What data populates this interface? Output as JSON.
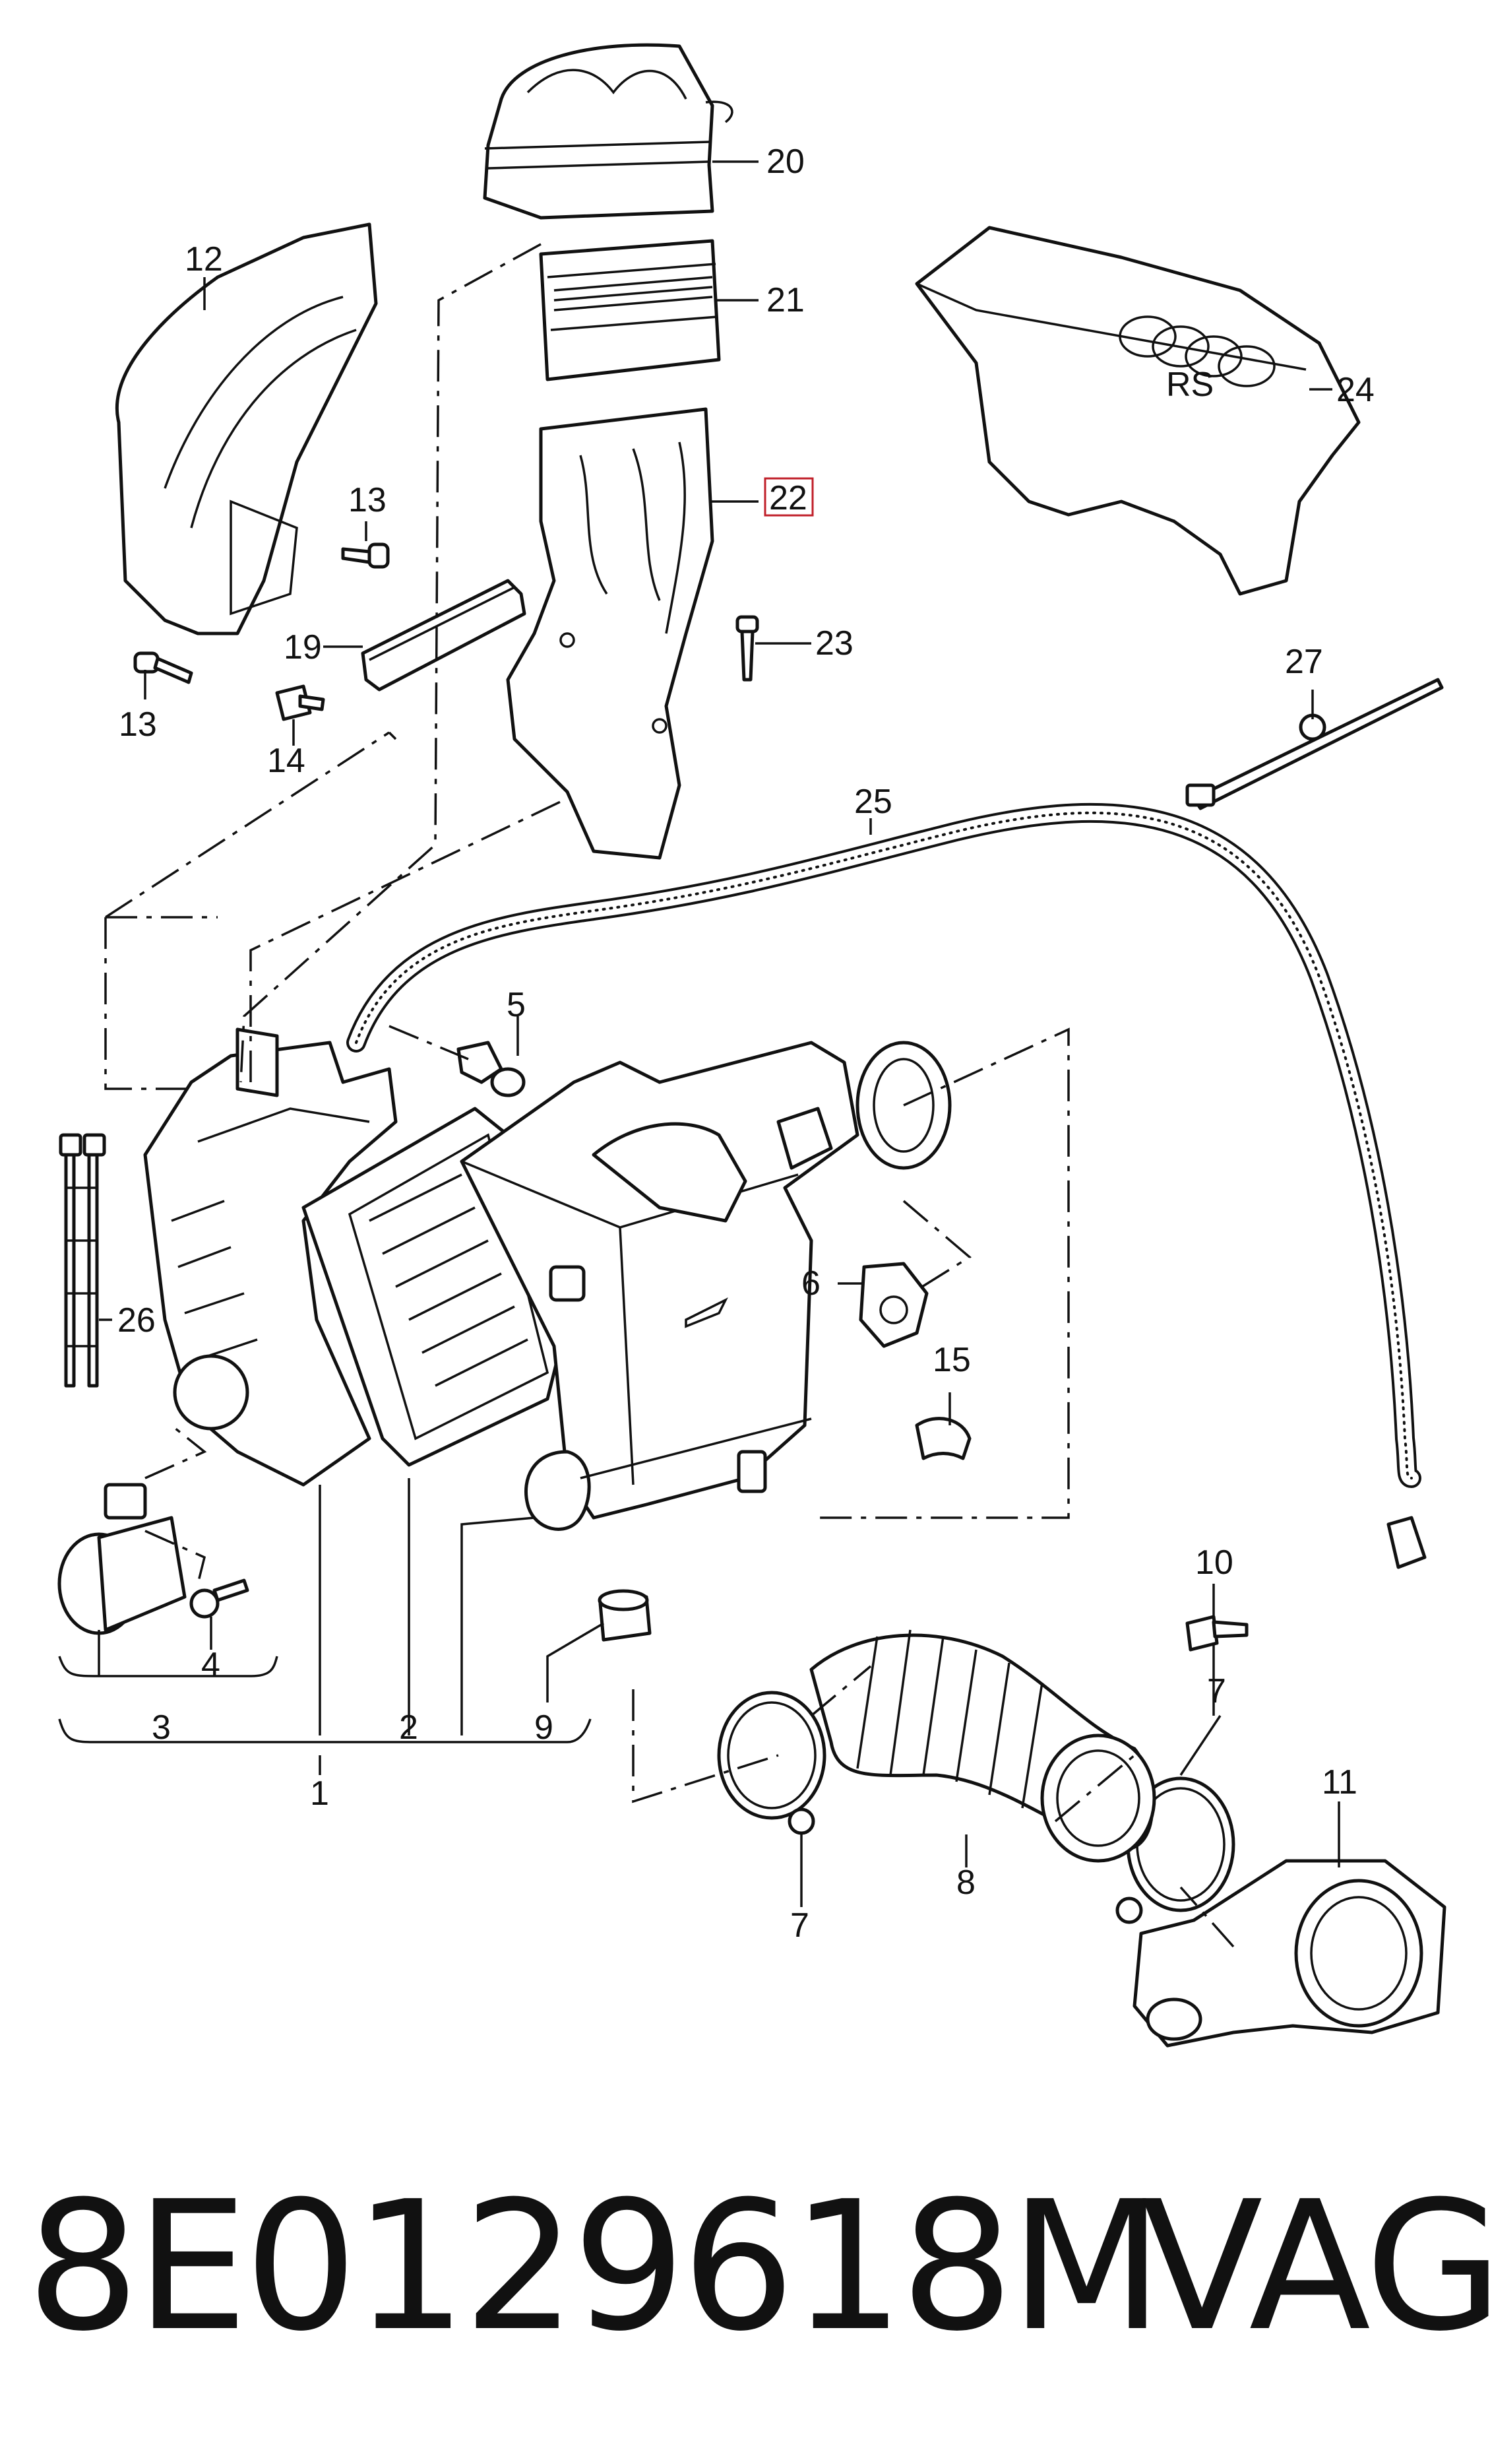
{
  "callouts": {
    "c1": "1",
    "c2": "2",
    "c3": "3",
    "c4": "4",
    "c5": "5",
    "c6": "6",
    "c7a": "7",
    "c7b": "7",
    "c8": "8",
    "c9": "9",
    "c10": "10",
    "c11": "11",
    "c12": "12",
    "c13a": "13",
    "c13b": "13",
    "c14": "14",
    "c15": "15",
    "c19": "19",
    "c20": "20",
    "c21": "21",
    "c22": "22",
    "c23": "23",
    "c24": "24",
    "c25": "25",
    "c26": "26",
    "c27": "27"
  },
  "highlighted_callout": "22",
  "engine_cover_badge": "RS",
  "footer": {
    "part_number": "8E0129618M",
    "brand": "VAG"
  },
  "colors": {
    "line": "#111111",
    "highlight_box": "#c0202a",
    "background": "#ffffff"
  }
}
